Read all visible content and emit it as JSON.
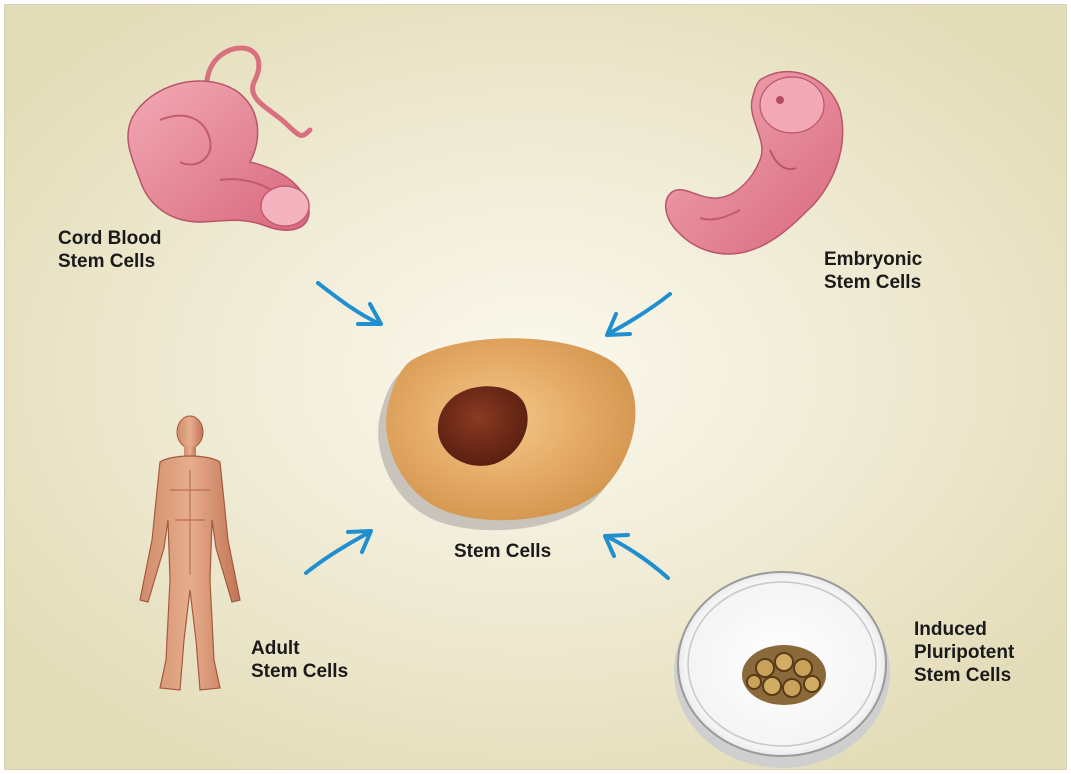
{
  "center": {
    "label": "Stem Cells"
  },
  "sources": {
    "cord_blood": {
      "line1": "Cord Blood",
      "line2": "Stem Cells"
    },
    "embryonic": {
      "line1": "Embryonic",
      "line2": "Stem Cells"
    },
    "adult": {
      "line1": "Adult",
      "line2": "Stem Cells"
    },
    "ipsc": {
      "line1": "Induced",
      "line2": "Pluripotent",
      "line3": "Stem Cells"
    }
  },
  "colors": {
    "arrow": "#1f8fd0",
    "cell_body": "#e0a860",
    "cell_nucleus": "#6a2a18",
    "fetus": "#e8899a",
    "human_body": "#c97a5a"
  },
  "icons": [
    "fetus-with-umbilical-cord-icon",
    "embryo-icon",
    "human-body-icon",
    "petri-dish-icon",
    "stem-cell-icon"
  ]
}
